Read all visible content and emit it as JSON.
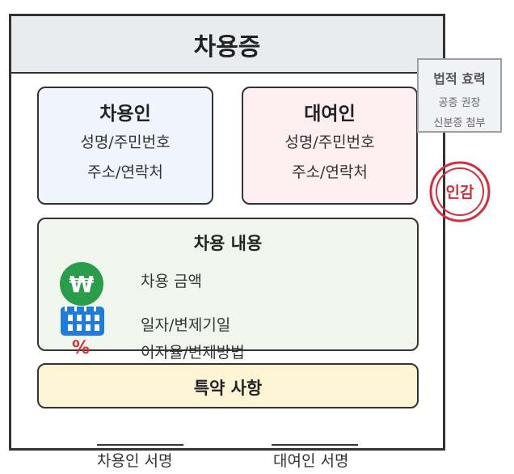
{
  "document": {
    "title": "차용증"
  },
  "parties": {
    "borrower": {
      "title": "차용인",
      "line1": "성명/주민번호",
      "line2": "주소/연락처"
    },
    "lender": {
      "title": "대여인",
      "line1": "성명/주민번호",
      "line2": "주소/연락처"
    }
  },
  "loan_content": {
    "title": "차용 내용",
    "items": [
      "차용 금액",
      "일자/변제기일",
      "이자율/변제방법"
    ],
    "icons": {
      "money": "won-coin-icon",
      "date": "calendar-icon",
      "rate": "percent-icon"
    },
    "won_glyph": "₩",
    "percent_glyph": "%"
  },
  "special_terms": {
    "title": "특약 사항"
  },
  "signatures": {
    "borrower": "차용인 서명",
    "lender": "대여인 서명"
  },
  "legal_note": {
    "title": "법적 효력",
    "line1": "공증 권장",
    "line2": "신분증 첨부"
  },
  "seal": {
    "label": "인감"
  },
  "colors": {
    "borrower_bg": "#eef5fd",
    "lender_bg": "#fdeef1",
    "content_bg": "#f1f6ec",
    "special_bg": "#fdf5d6",
    "header_bg": "#e9ecef",
    "won": "#2a9d4a",
    "calendar": "#1e7be0",
    "percent": "#d1303c",
    "seal": "#d1303c"
  }
}
